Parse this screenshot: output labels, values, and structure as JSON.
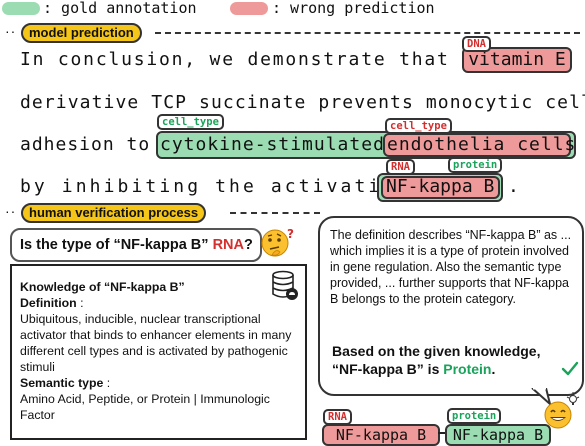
{
  "legend": {
    "gold_label": ": gold annotation",
    "wrong_label": ": wrong prediction",
    "gold_color": "#9bdcb3",
    "wrong_color": "#ef9a9a"
  },
  "model_prediction": {
    "header": "model prediction",
    "line1_prefix": "In conclusion, we demonstrate that the ",
    "line1_entity": "vitamin E",
    "line1_entity_tag": "DNA",
    "line2": "derivative TCP succinate prevents monocytic cell",
    "line3_prefix": "adhesion to ",
    "line3_entity_gold": "cytokine-stimulated ",
    "line3_entity_gold_tag": "cell_type",
    "line3_entity_wrong": "endothelia cells",
    "line3_entity_wrong_tag": "cell_type",
    "line4_prefix": "by inhibiting the activation of ",
    "line4_entity": "NF-kappa B",
    "line4_tag_wrong": "RNA",
    "line4_tag_gold": "protein",
    "line4_suffix": "."
  },
  "verification": {
    "header": "human verification process",
    "question_prefix": "Is the type of “NF-kappa B” ",
    "question_type": "RNA",
    "question_suffix": "?",
    "thinking_icon": "thinking-face-emoji",
    "knowledge_title": "Knowledge of “NF-kappa B”",
    "definition_label": "Definition",
    "definition_colon": " :",
    "definition_text": "Ubiquitous, inducible, nuclear transcriptional activator that binds to enhancer elements in many different cell types and is activated by pathogenic stimuli",
    "semantic_label": "Semantic type",
    "semantic_colon": " :",
    "semantic_text": "Amino Acid, Peptide, or Protein | Immunologic Factor",
    "database_icon": "database-icon",
    "bubble_text": "The definition describes “NF-kappa B” as ... which implies it is a type of protein involved in gene regulation. Also the semantic type provided, ... further supports that NF-kappa B belongs to the protein category.",
    "conclusion_line1": "Based on the given knowledge,",
    "conclusion_prefix": "“NF-kappa B” is ",
    "conclusion_type": "Protein",
    "conclusion_suffix": ".",
    "check_icon": "checkmark-icon",
    "smile_icon": "smiling-face-emoji",
    "correction": {
      "wrong_tag": "RNA",
      "wrong_entity": "NF-kappa B",
      "gold_tag": "protein",
      "gold_entity": "NF-kappa B"
    }
  }
}
